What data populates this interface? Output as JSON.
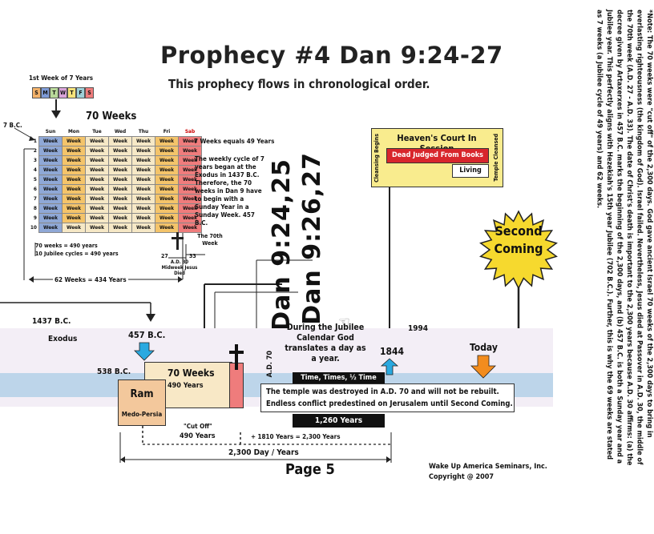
{
  "header": {
    "title": "Prophecy #4   Dan 9:24-27",
    "subtitle": "This prophecy flows in chronological order."
  },
  "week_of_seven": {
    "label": "1st Week of 7 Years",
    "days": [
      "S",
      "M",
      "T",
      "W",
      "T",
      "F",
      "S"
    ],
    "day_colors": [
      "#f3b26a",
      "#7e9bd6",
      "#b8d89a",
      "#d9a3d9",
      "#f6e37a",
      "#9ed0d8",
      "#ef7c7c"
    ]
  },
  "seventy_weeks": {
    "title": "70 Weeks",
    "start_label": "7 B.C.",
    "columns": [
      "Sun",
      "Mon",
      "Tue",
      "Wed",
      "Thu",
      "Fri",
      "Sab"
    ],
    "cell_text": "Week",
    "column_colors": [
      "#8fa8d6",
      "#f4c46a",
      "#f6e8c6",
      "#f6e8c6",
      "#f6e8c6",
      "#f4c46a",
      "#ef7c7c"
    ],
    "rows": [
      "1",
      "2",
      "3",
      "4",
      "5",
      "6",
      "7",
      "8",
      "9",
      "10"
    ],
    "seven_weeks_note": "7 Weeks equals 49 Years",
    "cycle_note": "The weekly cycle of 7 years began at the Exodus in 1437 B.C. Therefore, the 70 weeks in Dan 9 have to begin with a Sunday Year in a Sunday Week.  457 B.C.",
    "seventieth_label": "The 70th Week",
    "cross_left": "27",
    "cross_right": "33",
    "ad30_label": "A.D. 30 Midweek Jesus Died",
    "totals_1": "70 weeks = 490 years",
    "totals_2": "10 Jubilee cycles = 490 years",
    "sixty_two": "62 Weeks = 434 Years"
  },
  "dan_labels": [
    "Dan 9:24,25",
    "Dan 9:26,27"
  ],
  "heavens_court": {
    "cleansing_begins": "Cleansing Begins",
    "title": "Heaven's Court In Session",
    "dead": "Dead Judged From Books",
    "living": "Living",
    "temple_cleansed": "Temple Cleansed"
  },
  "second_coming": "Second Coming",
  "timeline": {
    "exodus_year": "1437 B.C.",
    "exodus": "Exodus",
    "decree_year": "457 B.C.",
    "ram_year": "538 B.C.",
    "ram": "Ram",
    "medo_persia": "Medo-Persia",
    "seventy_weeks": "70 Weeks",
    "four_ninety": "490 Years",
    "ad70": "A.D. 70",
    "jubilee_note": "During the Jubilee Calendar God translates a day as a year.",
    "year_1844": "1844",
    "year_1994": "1994",
    "today": "Today",
    "ttt": "Time, Times, ½ Time",
    "temple_note_1": "The temple was destroyed in A.D. 70 and will not be rebuilt.",
    "temple_note_2": "Endless conflict predestined on Jerusalem until Second Coming.",
    "twelve_sixty": "1,260 Years",
    "cut_off": "\"Cut Off\"",
    "cut_off_years": "490 Years",
    "sum": "+ 1810 Years = 2,300 Years",
    "total": "2,300 Day / Years"
  },
  "footer": {
    "page": "Page 5",
    "org": "Wake Up America Seminars, Inc.",
    "copyright": "Copyright @ 2007"
  },
  "side_note": "*Note: The 70 weeks were \"cut off\" of the 2,300 days. God gave ancient Israel 70 weeks of the 2,300 days to bring in everlasting righteousness (the kingdom of God). Israel failed. Nevertheless, Jesus died at Passover in A.D. 30, the middle of the 70th week (A.D. 27 - A.D. 33). The date of Christ's death is important to the 2,300 years because A.D. 30 affirms: (a) the decree given by Artaxerxes in 457 B.C. marks the beginning of the 2,300 days, and (b) 457 B.C. is both a Sunday year and a Jubilee year. This perfectly aligns with Hezekiah's 15th year Jubilee (702 B.C.). Further, this is why the 69 weeks are stated as 7 weeks (a Jubilee cycle of 49 years) and 62 weeks."
}
